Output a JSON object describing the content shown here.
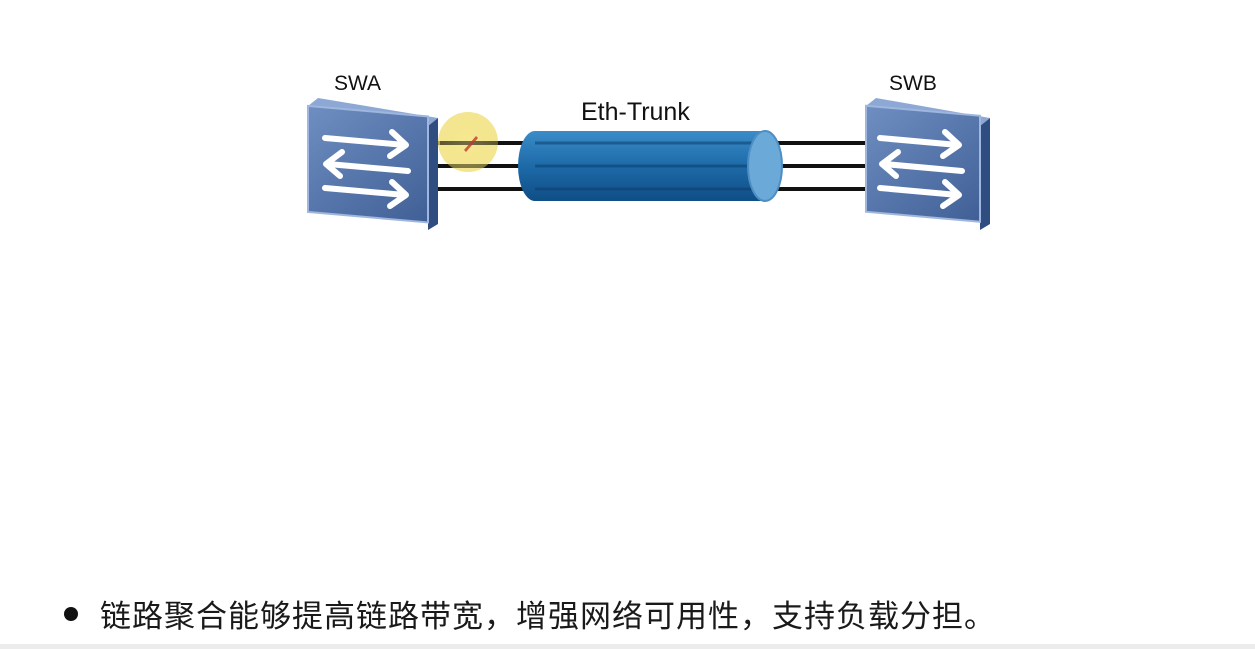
{
  "diagram": {
    "left_switch": {
      "label": "SWA",
      "icon": "switch-icon"
    },
    "right_switch": {
      "label": "SWB",
      "icon": "switch-icon"
    },
    "trunk": {
      "label": "Eth-Trunk",
      "link_count": 3,
      "color": "#1f6fae"
    },
    "cursor_highlight": {
      "color": "#f3e27a"
    }
  },
  "caption": {
    "bullet_icon": "bullet-dot-icon",
    "text": "链路聚合能够提高链路带宽，增强网络可用性，支持负载分担。"
  }
}
